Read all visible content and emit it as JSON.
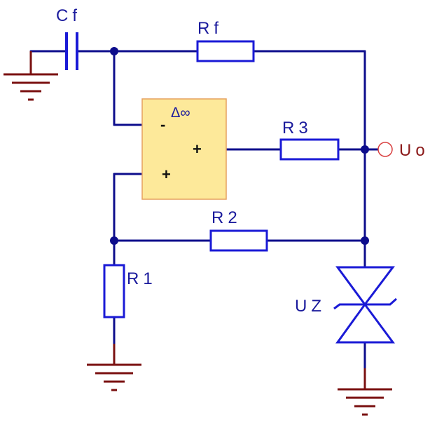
{
  "components": {
    "capacitor": "Cf",
    "feedback_resistor": "Rf",
    "r3": "R3",
    "r2": "R2",
    "r1": "R1",
    "zener": "UZ",
    "output": "Uo"
  },
  "opamp": {
    "gain_symbol": "Δ∞",
    "inverting_sign": "-",
    "output_sign": "+",
    "noninverting_sign": "+"
  },
  "colors": {
    "wire": "#0d0d8c",
    "component": "#1a1ad6",
    "ground": "#7a1010",
    "opamp_fill": "#fde99a",
    "opamp_stroke": "#e6a15e",
    "output_terminal": "#d94040"
  }
}
